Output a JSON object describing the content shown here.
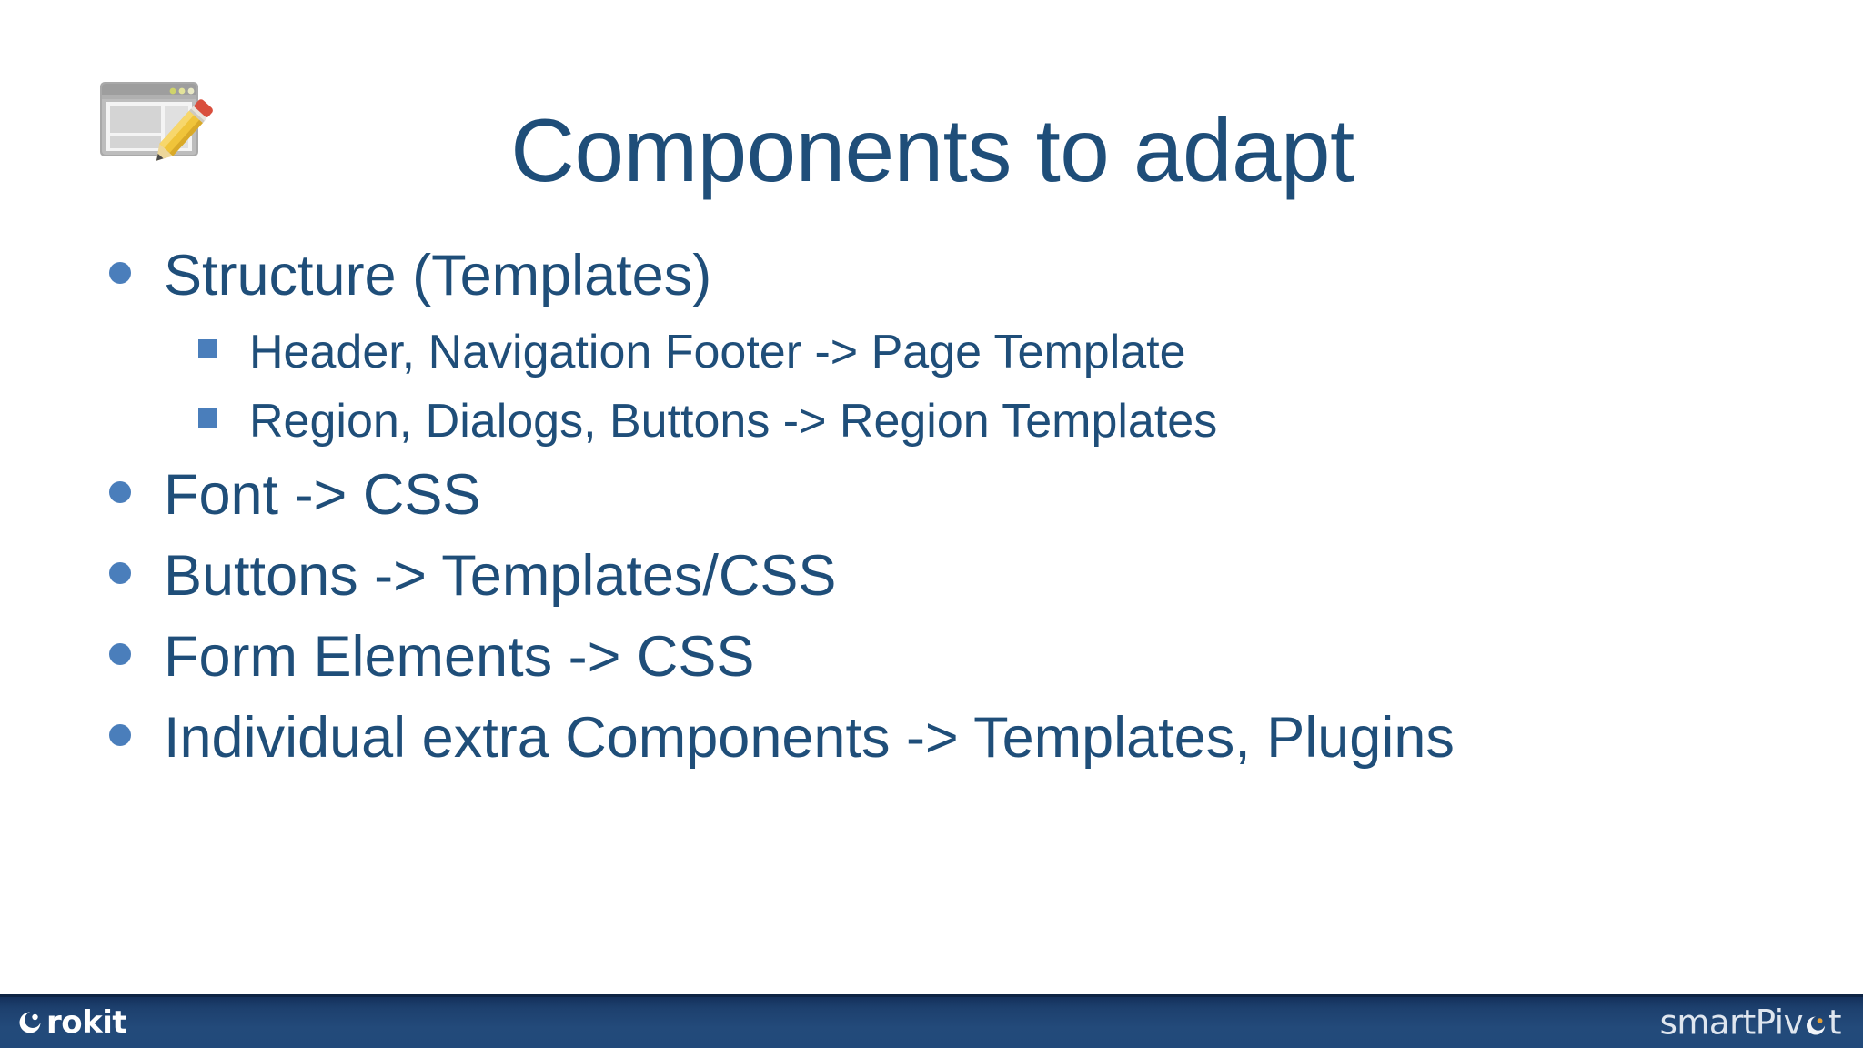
{
  "slide": {
    "title": "Components to adapt",
    "title_icon": "web-page-edit-icon",
    "text_color": "#1F4E79",
    "bullet_color": "#4A7EBB",
    "background": "#FFFFFF"
  },
  "bullets": [
    {
      "level": 1,
      "marker": "round-bullet",
      "text": "Structure (Templates)"
    },
    {
      "level": 2,
      "marker": "square-bullet",
      "text": "Header, Navigation Footer -> Page Template"
    },
    {
      "level": 2,
      "marker": "square-bullet",
      "text": "Region, Dialogs, Buttons -> Region Templates"
    },
    {
      "level": 1,
      "marker": "round-bullet",
      "text": "Font -> CSS"
    },
    {
      "level": 1,
      "marker": "round-bullet",
      "text": "Buttons -> Templates/CSS"
    },
    {
      "level": 1,
      "marker": "round-bullet",
      "text": "Form Elements -> CSS"
    },
    {
      "level": 1,
      "marker": "round-bullet",
      "text": "Individual extra Components -> Templates, Plugins"
    }
  ],
  "footer": {
    "bar_color": "#21497A",
    "left_logo": {
      "mark": "rokit-circle-mark",
      "text": "rokit"
    },
    "right_logo": {
      "text_before": "smartPiv",
      "mark": "smartpivot-circle-mark",
      "text_after": "t",
      "full_text": "smartPivot"
    }
  }
}
